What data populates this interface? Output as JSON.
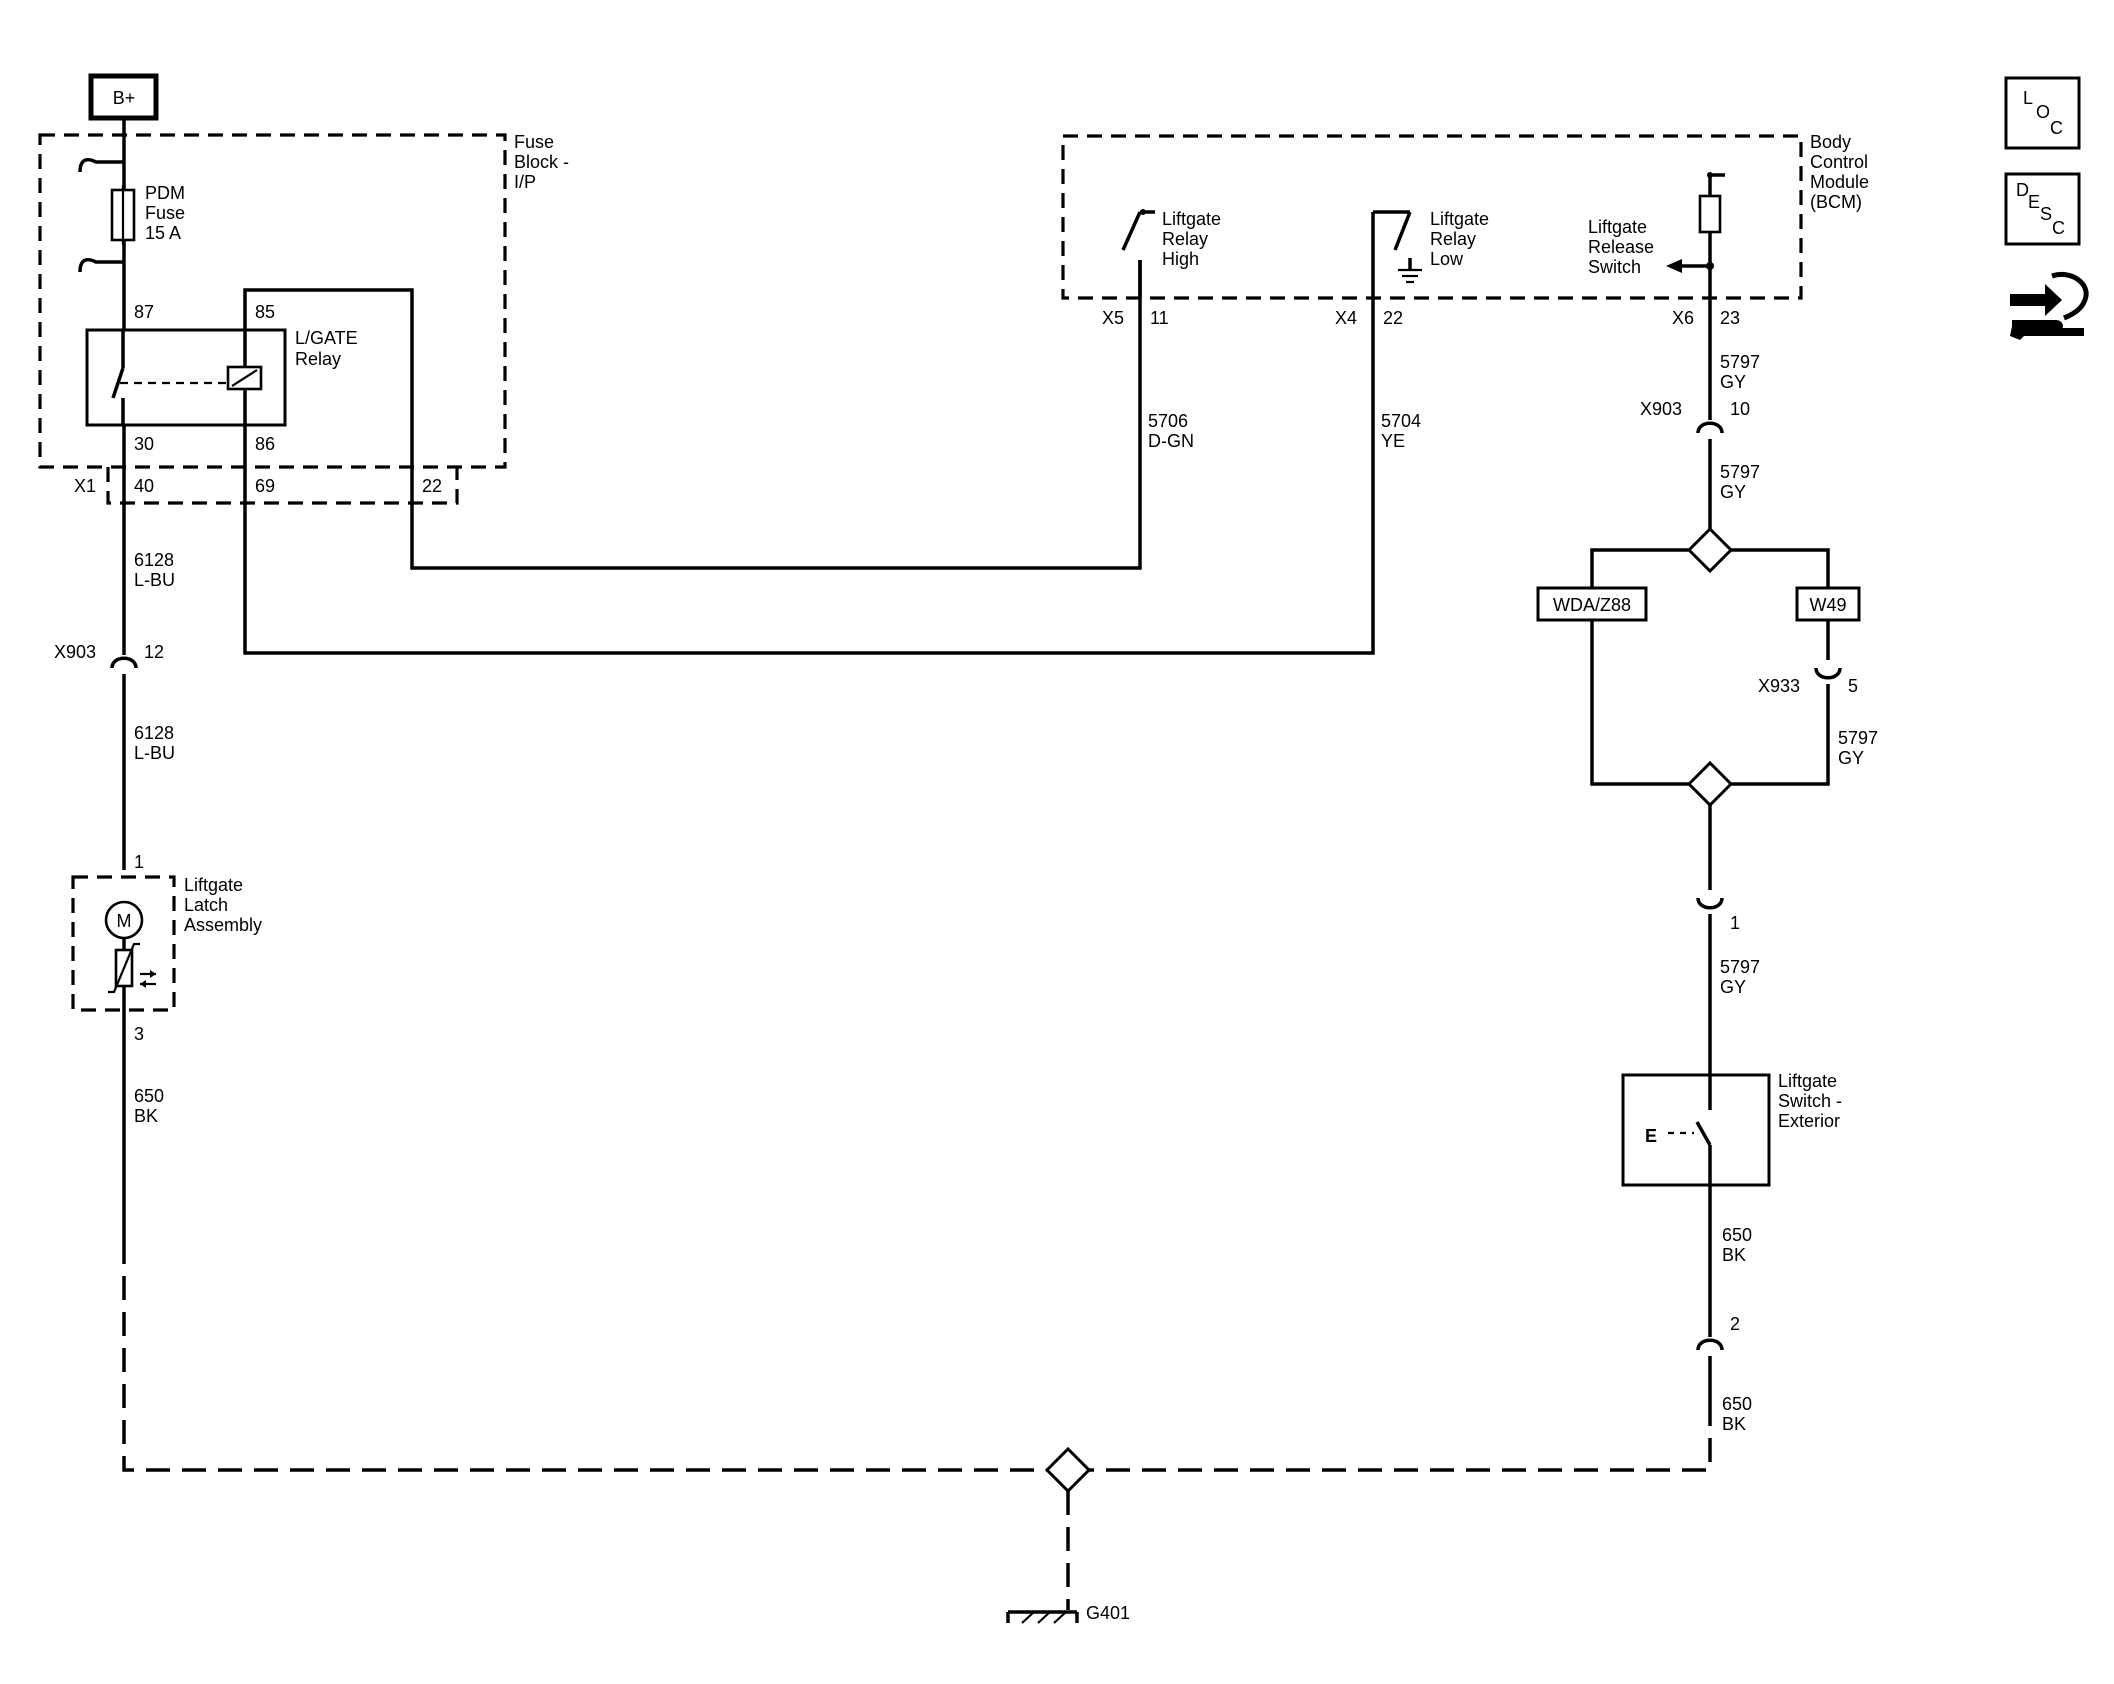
{
  "power": {
    "source": "B+"
  },
  "fuse_block": {
    "name_lines": [
      "Fuse",
      "Block -",
      "I/P"
    ],
    "fuse_lines": [
      "PDM",
      "Fuse",
      "15 A"
    ],
    "relay_lines": [
      "L/GATE",
      "Relay"
    ],
    "relay_pins": {
      "p87": "87",
      "p85": "85",
      "p30": "30",
      "p86": "86"
    },
    "connector": "X1",
    "connector_pins": {
      "a": "40",
      "b": "69",
      "c": "22"
    }
  },
  "bcm": {
    "name_lines": [
      "Body",
      "Control",
      "Module",
      "(BCM)"
    ],
    "relay_high_lines": [
      "Liftgate",
      "Relay",
      "High"
    ],
    "relay_low_lines": [
      "Liftgate",
      "Relay",
      "Low"
    ],
    "release_switch_lines": [
      "Liftgate",
      "Release",
      "Switch"
    ],
    "x5": "X5",
    "x5_pin": "11",
    "x4": "X4",
    "x4_pin": "22",
    "x6": "X6",
    "x6_pin": "23"
  },
  "wires": {
    "w6128_a": [
      "6128",
      "L-BU"
    ],
    "w6128_b": [
      "6128",
      "L-BU"
    ],
    "w5706": [
      "5706",
      "D-GN"
    ],
    "w5704": [
      "5704",
      "YE"
    ],
    "w5797_a": [
      "5797",
      "GY"
    ],
    "w5797_b": [
      "5797",
      "GY"
    ],
    "w5797_c": [
      "5797",
      "GY"
    ],
    "w5797_d": [
      "5797",
      "GY"
    ],
    "w650_a": [
      "650",
      "BK"
    ],
    "w650_b": [
      "650",
      "BK"
    ],
    "w650_c": [
      "650",
      "BK"
    ]
  },
  "inline_connectors": {
    "left_x903": "X903",
    "left_x903_pin": "12",
    "right_x903": "X903",
    "right_x903_pin": "10",
    "x933": "X933",
    "x933_pin": "5",
    "sw_pin1": "1",
    "sw_pin2": "2"
  },
  "options": {
    "opt1": "WDA/Z88",
    "opt2": "W49"
  },
  "latch": {
    "name_lines": [
      "Liftgate",
      "Latch",
      "Assembly"
    ],
    "pin_top": "1",
    "pin_bottom": "3",
    "motor": "M"
  },
  "switch_exterior": {
    "name_lines": [
      "Liftgate",
      "Switch -",
      "Exterior"
    ],
    "glyph": "E"
  },
  "ground": {
    "name": "G401"
  },
  "side_icons": {
    "loc": [
      "L",
      "O",
      "C"
    ],
    "desc": [
      "D",
      "E",
      "S",
      "C"
    ],
    "connector_view_icon": "connector-end-view-icon"
  }
}
